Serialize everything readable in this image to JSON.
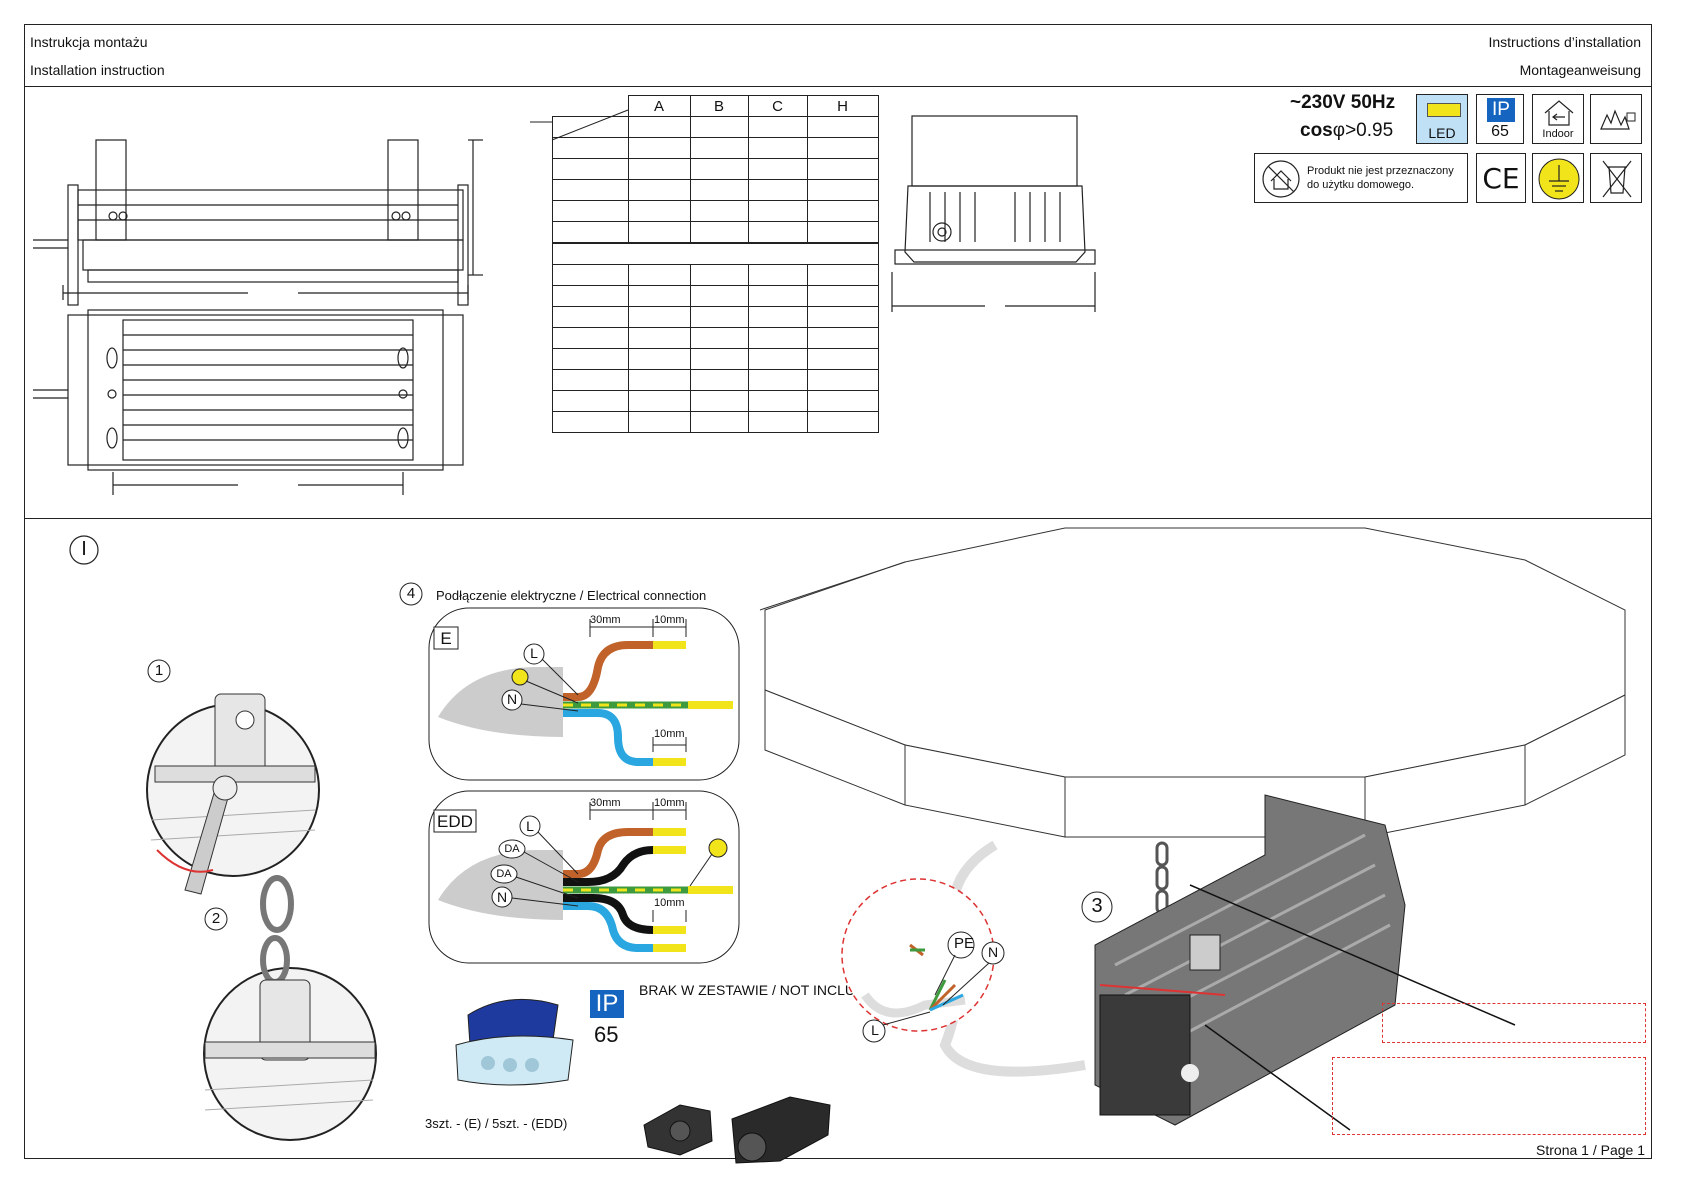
{
  "header": {
    "title_pl": "Instrukcja montażu",
    "title_en": "Installation instruction",
    "title_fr": "Instructions d’installation",
    "title_de": "Montageanweisung"
  },
  "spec_table": {
    "columns": [
      "A",
      "B",
      "C",
      "H"
    ]
  },
  "ratings": {
    "voltage": "~230V 50Hz",
    "cos_label": "cos",
    "cos_phi": "φ",
    "cos_value": ">0.95",
    "led_label": "LED",
    "ip_label": "IP",
    "ip_value": "65",
    "indoor_label": "Indoor",
    "warning_text_1": "Produkt nie jest przeznaczony",
    "warning_text_2": "do użytku domowego.",
    "ce_label": "CE"
  },
  "section": {
    "roman": "I",
    "step1": "1",
    "step2": "2",
    "step3": "3",
    "step4": "4",
    "step4_title": "Podłączenie elektryczne / Electrical connection"
  },
  "wiring_e": {
    "label": "E",
    "dim1": "30mm",
    "dim2": "10mm",
    "dim3": "10mm",
    "L": "L",
    "N": "N"
  },
  "wiring_edd": {
    "label": "EDD",
    "dim1": "30mm",
    "dim2": "10mm",
    "dim3": "10mm",
    "L": "L",
    "DA1": "DA",
    "DA2": "DA",
    "N": "N"
  },
  "connectors": {
    "ip_label": "IP",
    "ip_value": "65",
    "not_included": "BRAK W ZESTAWIE / NOT INCLUDED",
    "quantity": "3szt. - (E) / 5szt. - (EDD)"
  },
  "detail_labels": {
    "PE": "PE",
    "N": "N",
    "L": "L"
  },
  "footer": {
    "page": "Strona 1 / Page 1"
  },
  "colors": {
    "brown": "#c0622a",
    "green": "#3d9a3d",
    "yellow": "#f2e41b",
    "blue": "#2aa7e0",
    "black": "#111111",
    "led_blue": "#bfe0f5",
    "ip_blue": "#1565c0",
    "dash_red": "#dd3333"
  }
}
